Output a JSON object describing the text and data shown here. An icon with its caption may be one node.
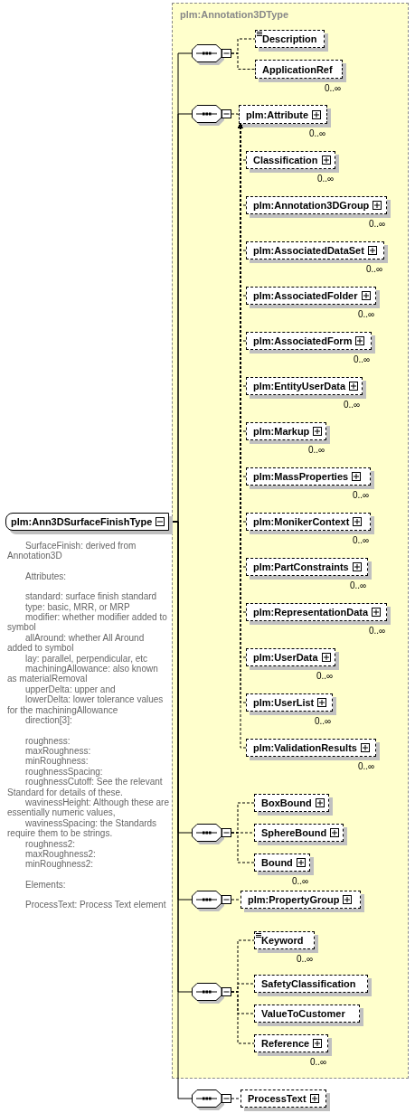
{
  "diagram": {
    "nodes": [
      {
        "text": [
          "plm:Ann3DSurfaceFinishType"
        ],
        "beside": [
          "SurfaceFinish: derived from Annotation3D",
          "Attributes:",
          "standard: surface finish standard",
          "type: basic, MRR, or MRP",
          "modifier: whether modifier added to symbol",
          "allAround: whether All Around added to symbol",
          "lay: parallel, perpendicular, etc",
          "machiningAllowance: also known as materialRemoval",
          "upperDelta: upper and",
          "lowerDelta: lower tolerance values for the machiningAllowance",
          "direction[3]:",
          "roughness:",
          "maxRoughness:",
          "minRoughness:",
          "roughnessSpacing:",
          "roughnessCutoff: See the relevant Standard for details of these.",
          "wavinessHeight: Although these are essentially numeric values,",
          "wavinessSpacing: the Standards require them to be strings.",
          "roughness2:",
          "maxRoughness2:",
          "minRoughness2:",
          "Elements:",
          "ProcessText: Process Text element"
        ]
      },
      {
        "text": [
          "plm:Annotation3DType"
        ]
      },
      {
        "text": [],
        "shape": "octagon",
        "in": 1
      },
      {
        "text": [
          "Description"
        ],
        "in": 1
      },
      {
        "text": [
          "ApplicationRef"
        ],
        "in": 1,
        "beside": [
          "0..∞"
        ]
      },
      {
        "text": [],
        "shape": "octagon",
        "in": 1
      },
      {
        "text": [
          "plm:Attribute"
        ],
        "in": 1,
        "beside": [
          "0..∞"
        ]
      },
      {
        "text": [
          "Classification"
        ],
        "in": 1,
        "beside": [
          "0..∞"
        ]
      },
      {
        "text": [
          "plm:Annotation3DGroup"
        ],
        "in": 1,
        "beside": [
          "0..∞"
        ]
      },
      {
        "text": [
          "plm:AssociatedDataSet"
        ],
        "in": 1,
        "beside": [
          "0..∞"
        ]
      },
      {
        "text": [
          "plm:AssociatedFolder"
        ],
        "in": 1,
        "beside": [
          "0..∞"
        ]
      },
      {
        "text": [
          "plm:AssociatedForm"
        ],
        "in": 1,
        "beside": [
          "0..∞"
        ]
      },
      {
        "text": [
          "plm:EntityUserData"
        ],
        "in": 1,
        "beside": [
          "0..∞"
        ]
      },
      {
        "text": [
          "plm:Markup"
        ],
        "in": 1,
        "beside": [
          "0..∞"
        ]
      },
      {
        "text": [
          "plm:MassProperties"
        ],
        "in": 1,
        "beside": [
          "0..∞"
        ]
      },
      {
        "text": [
          "plm:MonikerContext"
        ],
        "in": 1,
        "beside": [
          "0..∞"
        ]
      },
      {
        "text": [
          "plm:PartConstraints"
        ],
        "in": 1,
        "beside": [
          "0..∞"
        ]
      },
      {
        "text": [
          "plm:RepresentationData"
        ],
        "in": 1,
        "beside": [
          "0..∞"
        ]
      },
      {
        "text": [
          "plm:UserData"
        ],
        "in": 1,
        "beside": [
          "0..∞"
        ]
      },
      {
        "text": [
          "plm:UserList"
        ],
        "in": 1,
        "beside": [
          "0..∞"
        ]
      },
      {
        "text": [
          "plm:ValidationResults"
        ],
        "in": 1,
        "beside": [
          "0..∞"
        ]
      },
      {
        "text": [],
        "shape": "octagon",
        "in": 1
      },
      {
        "text": [
          "BoxBound"
        ],
        "in": 1
      },
      {
        "text": [
          "SphereBound"
        ],
        "in": 1
      },
      {
        "text": [
          "Bound"
        ],
        "in": 1,
        "beside": [
          "0..∞"
        ]
      },
      {
        "text": [],
        "shape": "octagon",
        "in": 1
      },
      {
        "text": [
          "plm:PropertyGroup"
        ],
        "in": 1
      },
      {
        "text": [],
        "shape": "octagon",
        "in": 1
      },
      {
        "text": [
          "Keyword"
        ],
        "in": 1,
        "beside": [
          "0..∞"
        ]
      },
      {
        "text": [
          "SafetyClassification"
        ],
        "in": 1
      },
      {
        "text": [
          "ValueToCustomer"
        ],
        "in": 1
      },
      {
        "text": [
          "Reference"
        ],
        "in": 1,
        "beside": [
          "0..∞"
        ]
      },
      {
        "text": [],
        "shape": "octagon"
      },
      {
        "text": [
          "ProcessText"
        ]
      }
    ],
    "edges": [
      {
        "from": 0,
        "to": 2,
        "arrow": "none"
      },
      {
        "from": 0,
        "to": 5,
        "arrow": "none"
      },
      {
        "from": 0,
        "to": 21,
        "arrow": "none"
      },
      {
        "from": 0,
        "to": 25,
        "arrow": "none"
      },
      {
        "from": 0,
        "to": 27,
        "arrow": "none"
      },
      {
        "from": 0,
        "to": 32,
        "arrow": "none"
      },
      {
        "from": 2,
        "to": 3,
        "arrow": "none",
        "style": "dashed"
      },
      {
        "from": 2,
        "to": 4,
        "arrow": "none",
        "style": "dashed"
      },
      {
        "from": 5,
        "to": 6,
        "arrow": "none",
        "style": "dashed"
      },
      {
        "from": 7,
        "to": 6,
        "arrow": "to",
        "style": "dashed"
      },
      {
        "from": 8,
        "to": 6,
        "arrow": "to",
        "style": "dashed"
      },
      {
        "from": 9,
        "to": 6,
        "arrow": "to",
        "style": "dashed"
      },
      {
        "from": 10,
        "to": 6,
        "arrow": "to",
        "style": "dashed"
      },
      {
        "from": 11,
        "to": 6,
        "arrow": "to",
        "style": "dashed"
      },
      {
        "from": 12,
        "to": 6,
        "arrow": "to",
        "style": "dashed"
      },
      {
        "from": 13,
        "to": 6,
        "arrow": "to",
        "style": "dashed"
      },
      {
        "from": 14,
        "to": 6,
        "arrow": "to",
        "style": "dashed"
      },
      {
        "from": 15,
        "to": 6,
        "arrow": "to",
        "style": "dashed"
      },
      {
        "from": 16,
        "to": 6,
        "arrow": "to",
        "style": "dashed"
      },
      {
        "from": 17,
        "to": 6,
        "arrow": "to",
        "style": "dashed"
      },
      {
        "from": 18,
        "to": 6,
        "arrow": "to",
        "style": "dashed"
      },
      {
        "from": 19,
        "to": 6,
        "arrow": "to",
        "style": "dashed"
      },
      {
        "from": 20,
        "to": 6,
        "arrow": "to",
        "style": "dashed"
      },
      {
        "from": 21,
        "to": 22,
        "arrow": "none",
        "style": "dashed"
      },
      {
        "from": 21,
        "to": 23,
        "arrow": "none",
        "style": "dashed"
      },
      {
        "from": 21,
        "to": 24,
        "arrow": "none",
        "style": "dashed"
      },
      {
        "from": 25,
        "to": 26,
        "arrow": "none",
        "style": "dashed"
      },
      {
        "from": 27,
        "to": 28,
        "arrow": "none",
        "style": "dashed"
      },
      {
        "from": 27,
        "to": 29,
        "arrow": "none",
        "style": "dashed"
      },
      {
        "from": 27,
        "to": 30,
        "arrow": "none",
        "style": "dashed"
      },
      {
        "from": 27,
        "to": 31,
        "arrow": "none",
        "style": "dashed"
      },
      {
        "from": 32,
        "to": 33,
        "arrow": "none",
        "style": "dashed"
      }
    ]
  }
}
